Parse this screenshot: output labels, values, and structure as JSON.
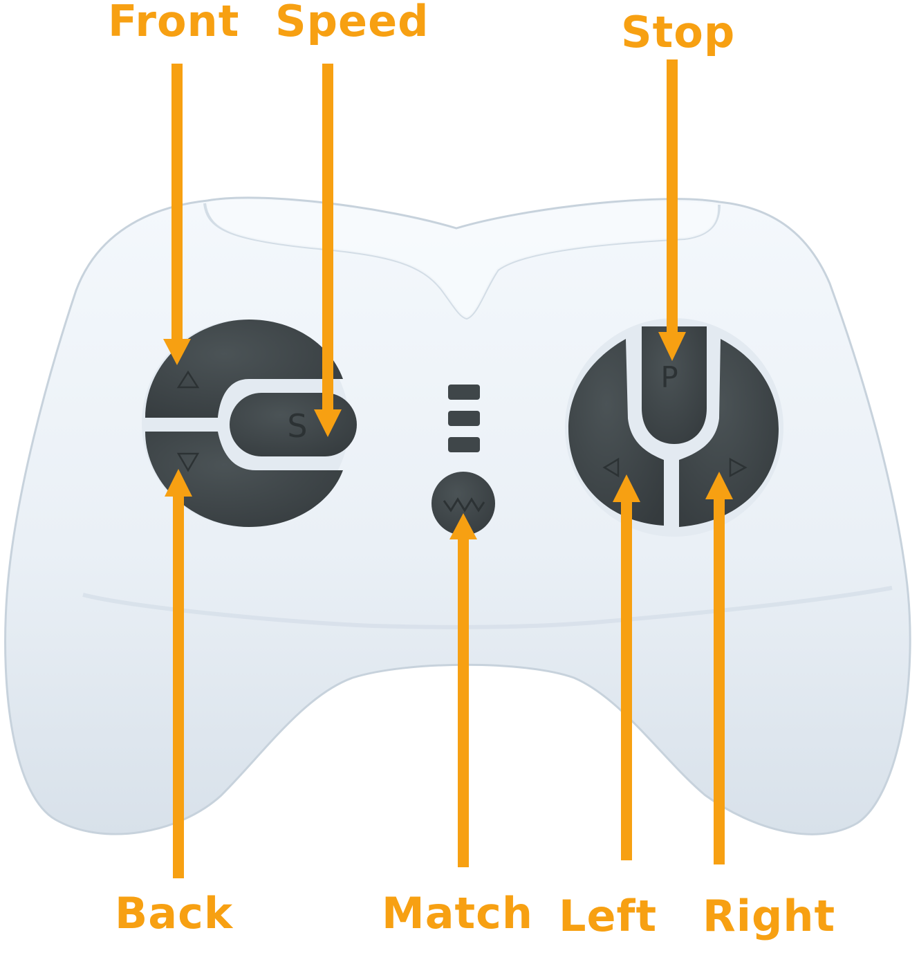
{
  "labels": {
    "front": "Front",
    "speed": "Speed",
    "stop": "Stop",
    "back": "Back",
    "match": "Match",
    "left": "Left",
    "right": "Right"
  },
  "button_glyphs": {
    "speed": "S",
    "stop": "P"
  },
  "colors": {
    "callout": "#f7a012",
    "controller_body": "#eef3f8",
    "button": "#3f4649",
    "button_marking": "#2c3234"
  },
  "icons": {
    "front": "up-triangle-icon",
    "back": "down-triangle-icon",
    "left": "left-triangle-icon",
    "right": "right-triangle-icon",
    "match": "wave-icon"
  },
  "indicator_leds": 3
}
